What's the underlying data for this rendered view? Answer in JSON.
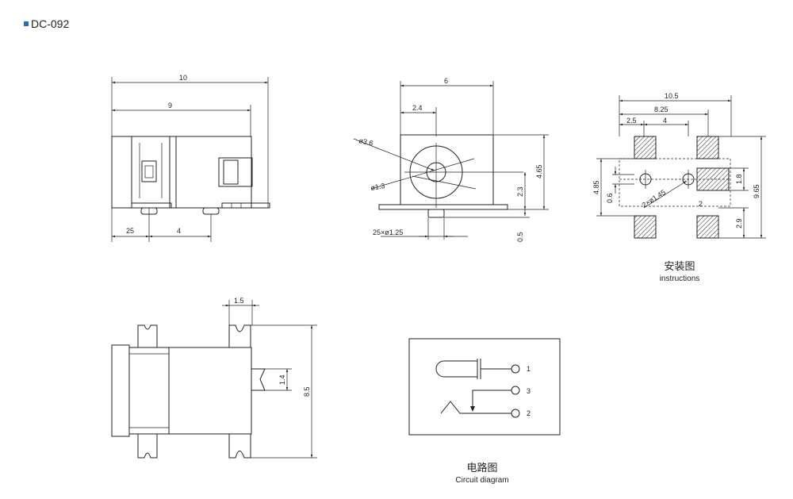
{
  "header": {
    "model": "DC-092"
  },
  "colors": {
    "bullet": "#2a6bbf",
    "line": "#222222",
    "background": "#ffffff"
  },
  "side_view": {
    "dims": [
      "10",
      "9",
      "25",
      "4"
    ]
  },
  "front_view": {
    "dims": [
      "6",
      "2.4",
      "ø3.6",
      "ø1.3",
      "4.65",
      "2.3",
      "25×ø1.25",
      "0.5"
    ]
  },
  "install_view": {
    "dims": [
      "10.5",
      "8.25",
      "2.5",
      "4",
      "4.85",
      "0.6",
      "2×ø1.45",
      "1.8",
      "9.65",
      "2",
      "2.9"
    ],
    "caption_cn": "安装图",
    "caption_en": "instructions"
  },
  "top_view": {
    "dims": [
      "1.5",
      "1.4",
      "8.5"
    ]
  },
  "circuit": {
    "pins": [
      "1",
      "3",
      "2"
    ],
    "caption_cn": "电路图",
    "caption_en": "Circuit diagram"
  }
}
